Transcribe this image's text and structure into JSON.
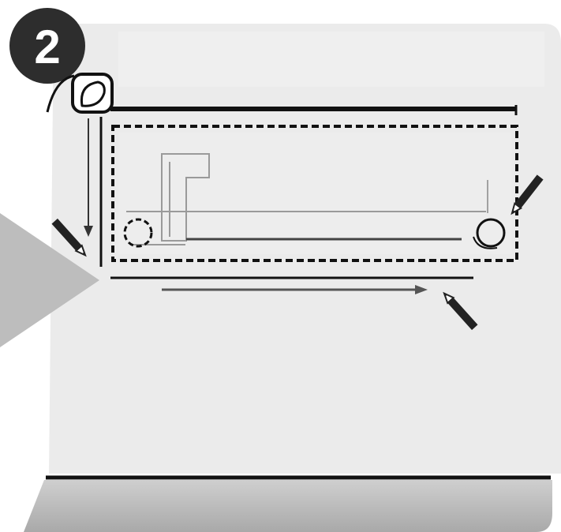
{
  "step": {
    "number": "2"
  },
  "colors": {
    "wall": "#ebebeb",
    "wall_edge": "#f7f7f7",
    "floor": "#b8b8b8",
    "badge": "#2d2d2d",
    "arrow": "#bdbdbd",
    "ink": "#222222",
    "faint_line": "#a0a0a0"
  },
  "icons": {
    "badge": "numbered-circle-badge",
    "tape": "tape-measure-icon",
    "pencils": [
      "pencil-icon",
      "pencil-icon",
      "pencil-icon"
    ],
    "pointer": "big-triangle-arrow"
  }
}
